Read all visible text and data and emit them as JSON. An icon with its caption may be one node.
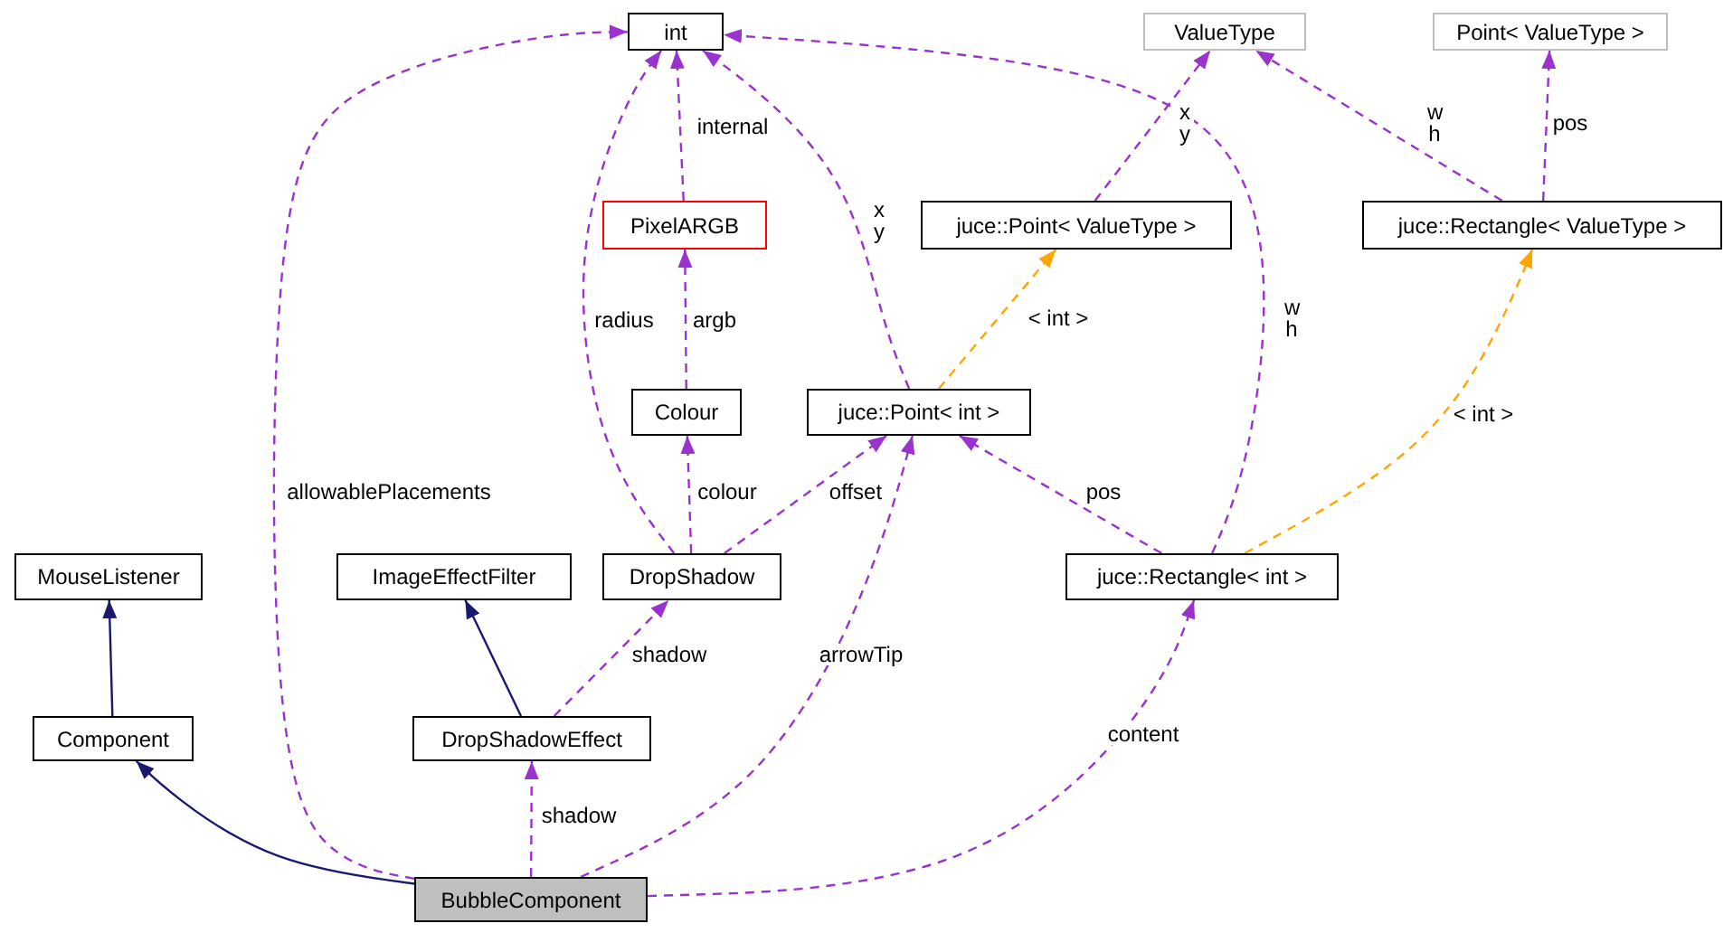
{
  "diagram": {
    "nodes": [
      {
        "text": [
          "int"
        ]
      },
      {
        "text": [
          "ValueType"
        ]
      },
      {
        "text": [
          "Point< ValueType >"
        ]
      },
      {
        "text": [
          "PixelARGB"
        ]
      },
      {
        "text": [
          "juce::Point< ValueType >"
        ]
      },
      {
        "text": [
          "juce::Rectangle< ValueType >"
        ]
      },
      {
        "text": [
          "Colour"
        ]
      },
      {
        "text": [
          "juce::Point< int >"
        ]
      },
      {
        "text": [
          "MouseListener"
        ]
      },
      {
        "text": [
          "ImageEffectFilter"
        ]
      },
      {
        "text": [
          "DropShadow"
        ]
      },
      {
        "text": [
          "juce::Rectangle< int >"
        ]
      },
      {
        "text": [
          "Component"
        ]
      },
      {
        "text": [
          "DropShadowEffect"
        ]
      },
      {
        "text": [
          "BubbleComponent"
        ]
      }
    ],
    "edges": [
      {
        "from": 14,
        "to": 0,
        "arrow": "to",
        "label": "allowablePlacements",
        "style": "dashed"
      },
      {
        "from": 3,
        "to": 0,
        "arrow": "to",
        "label": "internal",
        "style": "dashed"
      },
      {
        "from": 10,
        "to": 0,
        "arrow": "to",
        "label": "radius",
        "style": "dashed"
      },
      {
        "from": 7,
        "to": 0,
        "arrow": "to",
        "label": "x y",
        "style": "dashed"
      },
      {
        "from": 11,
        "to": 0,
        "arrow": "to",
        "label": "w h",
        "style": "dashed"
      },
      {
        "from": 4,
        "to": 1,
        "arrow": "to",
        "label": "x y",
        "style": "dashed"
      },
      {
        "from": 5,
        "to": 1,
        "arrow": "to",
        "label": "w h",
        "style": "dashed"
      },
      {
        "from": 5,
        "to": 2,
        "arrow": "to",
        "label": "pos",
        "style": "dashed"
      },
      {
        "from": 7,
        "to": 4,
        "arrow": "to",
        "label": "< int >",
        "style": "dashed",
        "color": "#ffa500"
      },
      {
        "from": 11,
        "to": 5,
        "arrow": "to",
        "label": "< int >",
        "style": "dashed",
        "color": "#ffa500"
      },
      {
        "from": 6,
        "to": 3,
        "arrow": "to",
        "label": "argb",
        "style": "dashed"
      },
      {
        "from": 10,
        "to": 6,
        "arrow": "to",
        "label": "colour",
        "style": "dashed"
      },
      {
        "from": 10,
        "to": 7,
        "arrow": "to",
        "label": "offset",
        "style": "dashed"
      },
      {
        "from": 11,
        "to": 7,
        "arrow": "to",
        "label": "pos",
        "style": "dashed"
      },
      {
        "from": 14,
        "to": 7,
        "arrow": "to",
        "label": "arrowTip",
        "style": "dashed"
      },
      {
        "from": 12,
        "to": 8,
        "arrow": "to",
        "color": "#191970"
      },
      {
        "from": 13,
        "to": 9,
        "arrow": "to",
        "color": "#191970"
      },
      {
        "from": 13,
        "to": 10,
        "arrow": "to",
        "label": "shadow",
        "style": "dashed"
      },
      {
        "from": 14,
        "to": 12,
        "arrow": "to",
        "color": "#191970"
      },
      {
        "from": 14,
        "to": 13,
        "arrow": "to",
        "label": "shadow",
        "style": "dashed"
      },
      {
        "from": 14,
        "to": 11,
        "arrow": "to",
        "label": "content",
        "style": "dashed"
      }
    ]
  }
}
